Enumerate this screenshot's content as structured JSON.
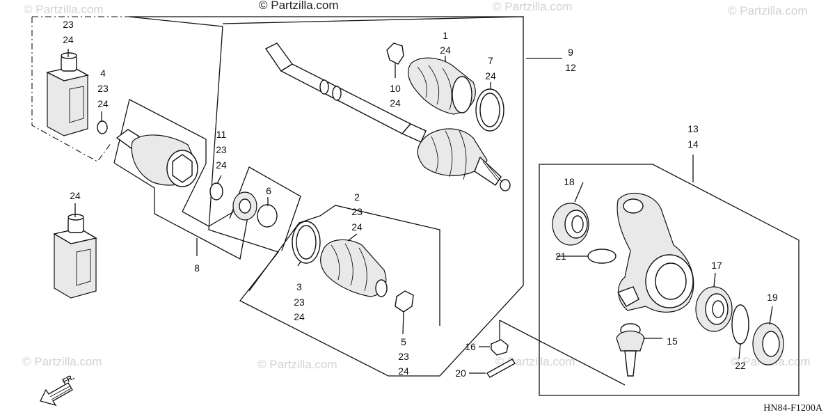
{
  "watermarks": {
    "main": "© Partzilla.com",
    "faint": "© Partzilla.com"
  },
  "diagram_code": "HN84-F1200A",
  "direction_label": "FR.",
  "callouts": {
    "c1": [
      "1",
      "24"
    ],
    "c2": [
      "2",
      "23",
      "24"
    ],
    "c3": [
      "3",
      "23",
      "24"
    ],
    "c4": [
      "4",
      "23",
      "24"
    ],
    "c5": [
      "5",
      "23",
      "24"
    ],
    "c6": [
      "6"
    ],
    "c7": [
      "7",
      "24"
    ],
    "c8": [
      "8"
    ],
    "c9": [
      "9",
      "12"
    ],
    "c10": [
      "10",
      "24"
    ],
    "c11": [
      "11",
      "23",
      "24"
    ],
    "c13": [
      "13",
      "14"
    ],
    "c15": [
      "15"
    ],
    "c16": [
      "16"
    ],
    "c17": [
      "17"
    ],
    "c18": [
      "18"
    ],
    "c19": [
      "19"
    ],
    "c20": [
      "20"
    ],
    "c21": [
      "21"
    ],
    "c22": [
      "22"
    ],
    "c23": [
      "23",
      "24"
    ],
    "c24": [
      "24"
    ]
  },
  "icons": {
    "direction_arrow": "arrow-down-left-icon"
  }
}
